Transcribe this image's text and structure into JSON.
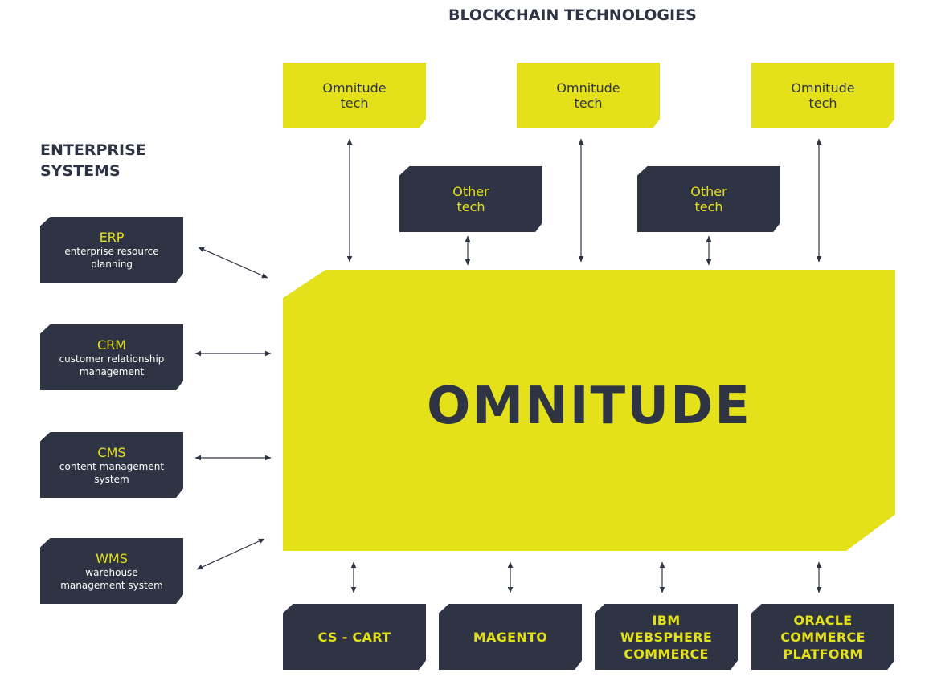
{
  "headings": {
    "blockchain": "BLOCKCHAIN TECHNOLOGIES",
    "enterprise_line1": "ENTERPRISE",
    "enterprise_line2": "SYSTEMS"
  },
  "center": {
    "label": "OMNITUDE"
  },
  "blockchain_tech": [
    {
      "line1": "Omnitude",
      "line2": "tech"
    },
    {
      "line1": "Omnitude",
      "line2": "tech"
    },
    {
      "line1": "Omnitude",
      "line2": "tech"
    }
  ],
  "other_tech": [
    {
      "line1": "Other",
      "line2": "tech"
    },
    {
      "line1": "Other",
      "line2": "tech"
    }
  ],
  "enterprise_systems": [
    {
      "abbr": "ERP",
      "line1": "enterprise resource",
      "line2": "planning"
    },
    {
      "abbr": "CRM",
      "line1": "customer relationship",
      "line2": "management"
    },
    {
      "abbr": "CMS",
      "line1": "content management",
      "line2": "system"
    },
    {
      "abbr": "WMS",
      "line1": "warehouse",
      "line2": "management system"
    }
  ],
  "platforms": [
    {
      "line1": "CS - CART",
      "line2": "",
      "line3": ""
    },
    {
      "line1": "MAGENTO",
      "line2": "",
      "line3": ""
    },
    {
      "line1": "IBM",
      "line2": "WEBSPHERE",
      "line3": "COMMERCE"
    },
    {
      "line1": "ORACLE",
      "line2": "COMMERCE",
      "line3": "PLATFORM"
    }
  ],
  "colors": {
    "yellow": "#e4e11a",
    "dark": "#2e3443",
    "white": "#ffffff"
  }
}
